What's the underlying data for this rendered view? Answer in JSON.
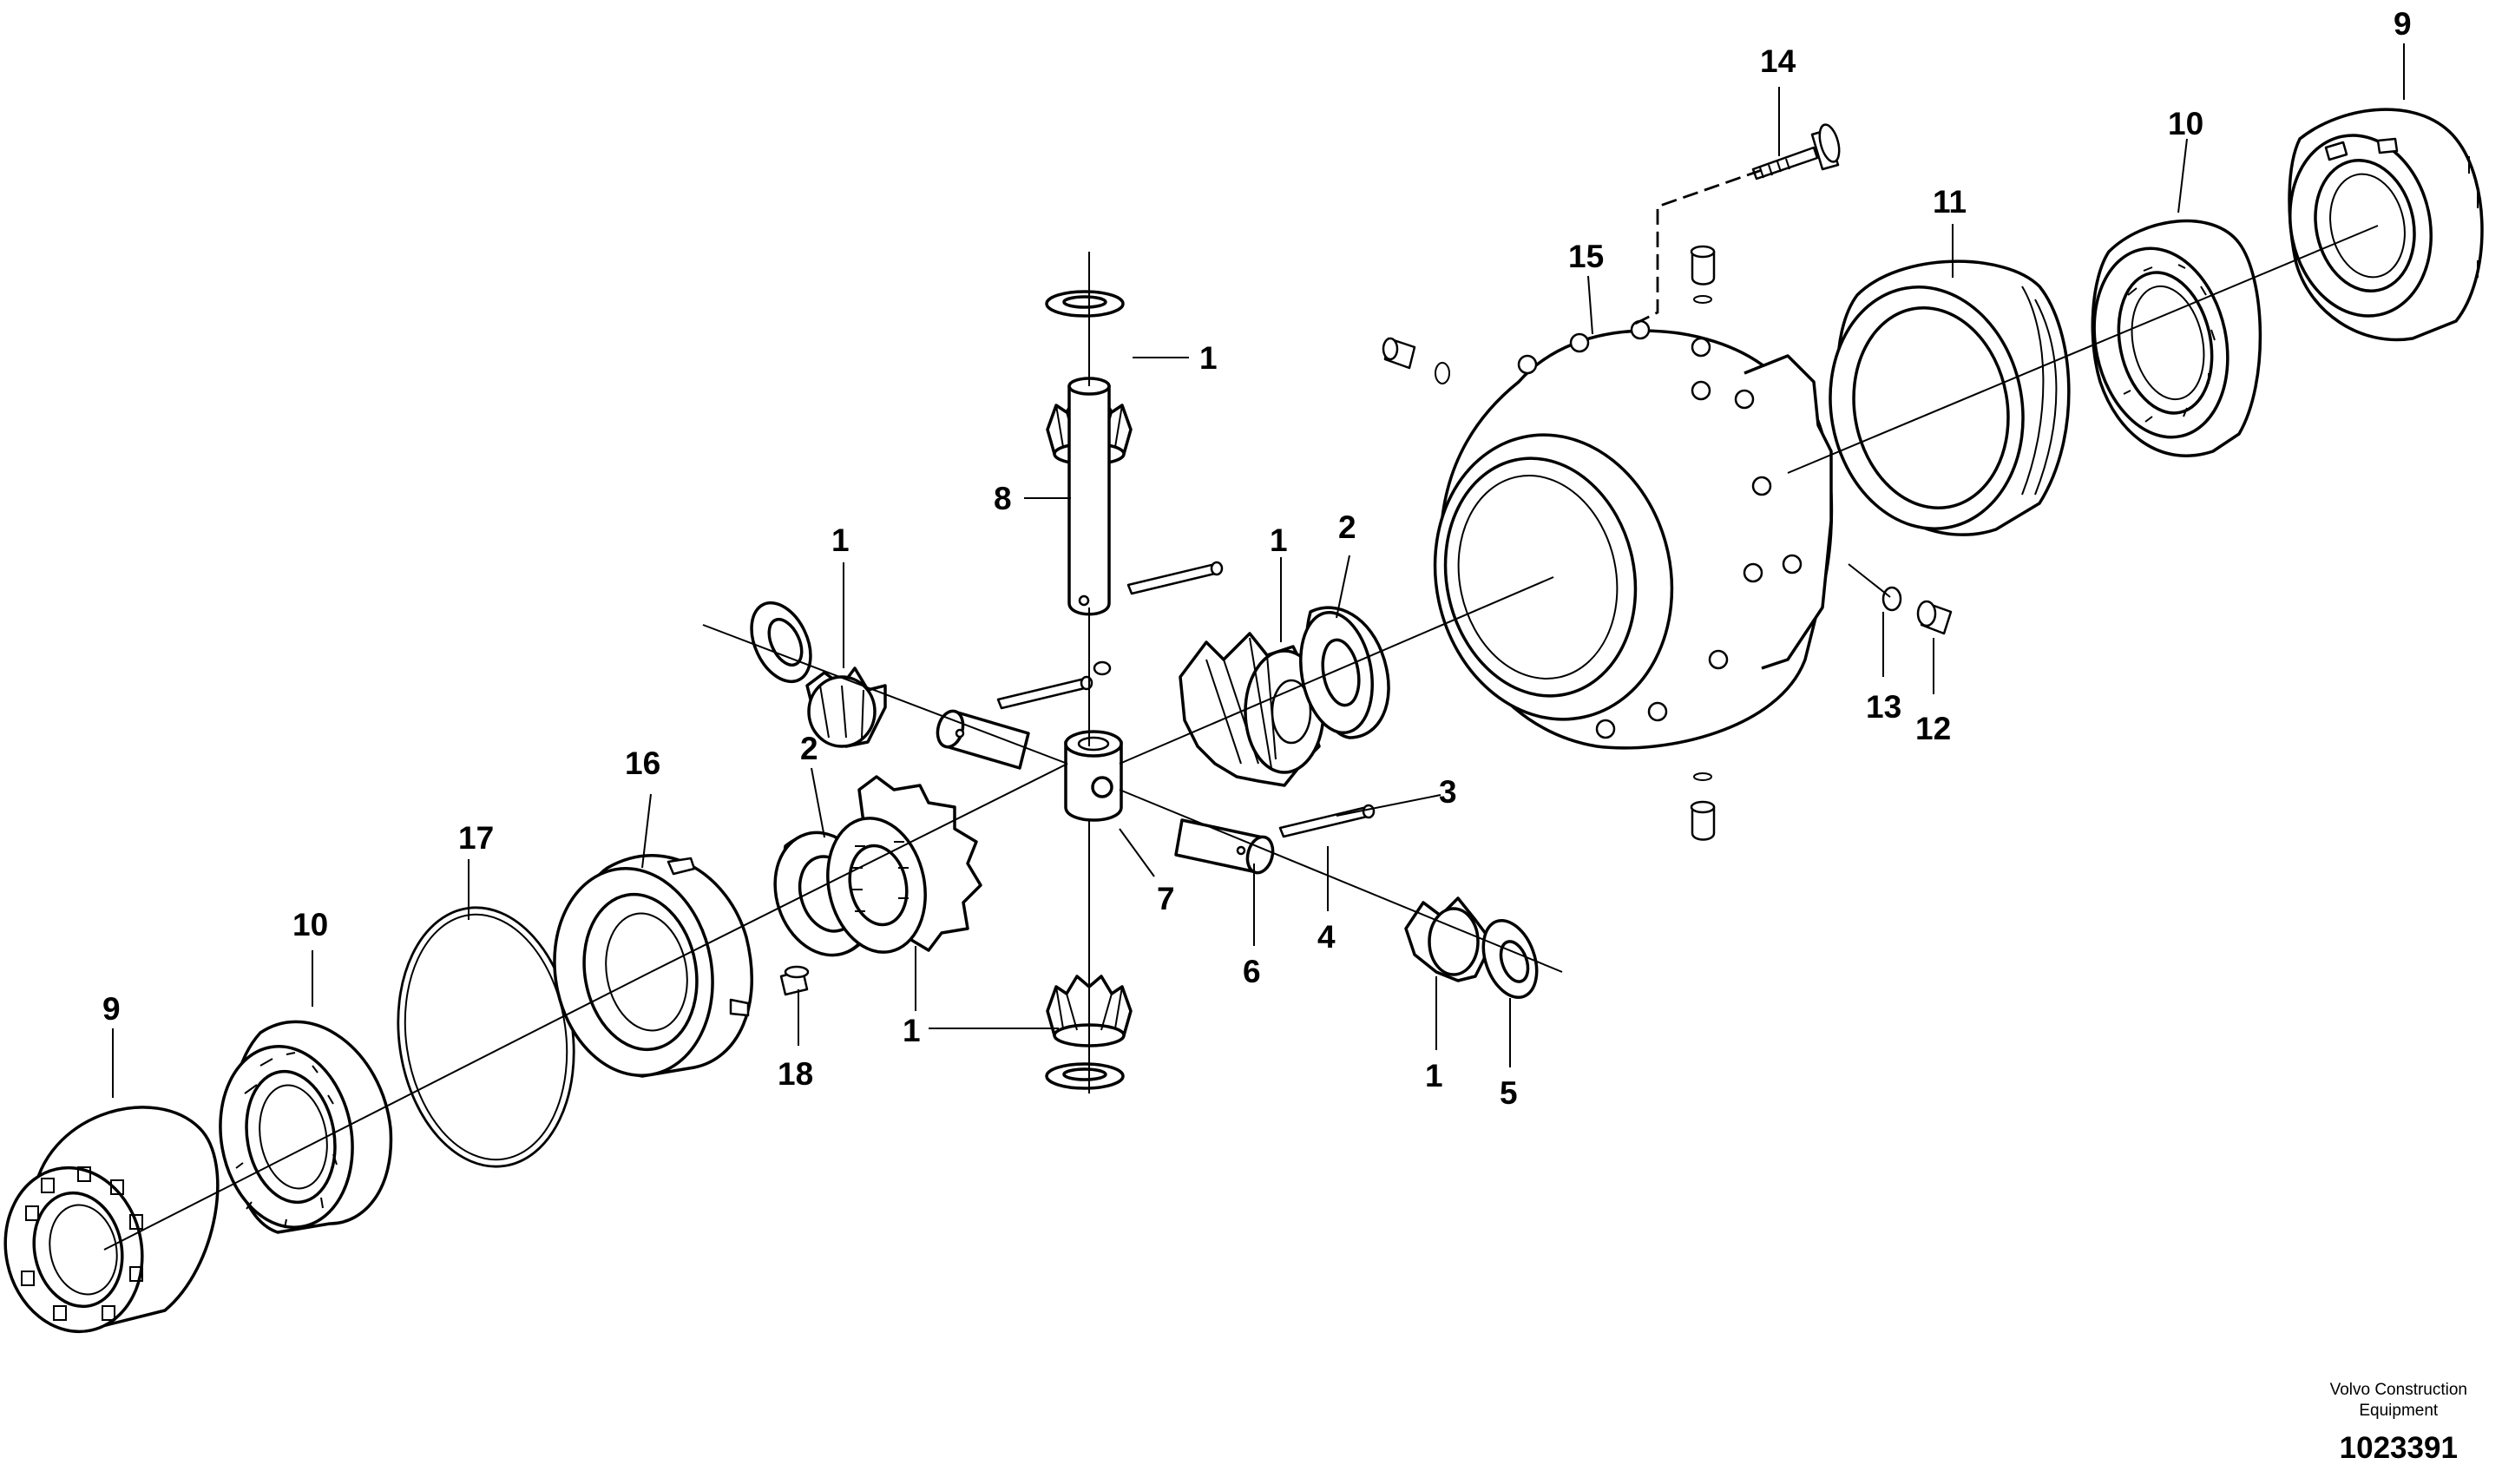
{
  "diagram": {
    "footer": {
      "brand_line1": "Volvo Construction",
      "brand_line2": "Equipment",
      "figure_number": "1023391"
    },
    "callouts": {
      "c1_top": "1",
      "c1_left_gear": "1",
      "c1_center_gear": "1",
      "c1_right_small_gear": "1",
      "c1_bottom_gear": "1",
      "c1_lower_spline_gear": "1",
      "c2_right_washer": "2",
      "c2_left_washer": "2",
      "c3": "3",
      "c4": "4",
      "c5": "5",
      "c6": "6",
      "c7": "7",
      "c8": "8",
      "c9_left": "9",
      "c9_right": "9",
      "c10_left": "10",
      "c10_right": "10",
      "c11": "11",
      "c12": "12",
      "c13": "13",
      "c14": "14",
      "c15": "15",
      "c16": "16",
      "c17": "17",
      "c18": "18"
    }
  }
}
